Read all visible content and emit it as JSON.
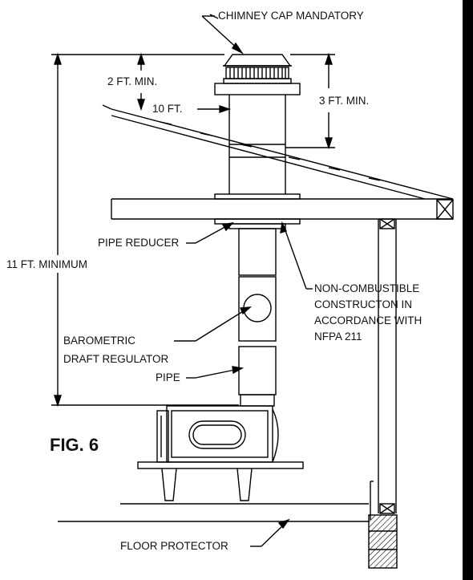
{
  "figure": {
    "title": "FIG. 6"
  },
  "labels": {
    "chimney_cap": "CHIMNEY CAP MANDATORY",
    "two_ft_min": "2 FT. MIN.",
    "ten_ft": "10 FT.",
    "three_ft_min": "3 FT. MIN.",
    "pipe_reducer": "PIPE REDUCER",
    "eleven_ft_min": "11 FT. MINIMUM",
    "non_combustible": [
      "NON-COMBUSTIBLE",
      "CONSTRUCTON IN",
      "ACCORDANCE WITH",
      "NFPA 211"
    ],
    "barometric": [
      "BAROMETRIC",
      "DRAFT REGULATOR"
    ],
    "pipe": "PIPE",
    "floor_protector": "FLOOR PROTECTOR"
  }
}
